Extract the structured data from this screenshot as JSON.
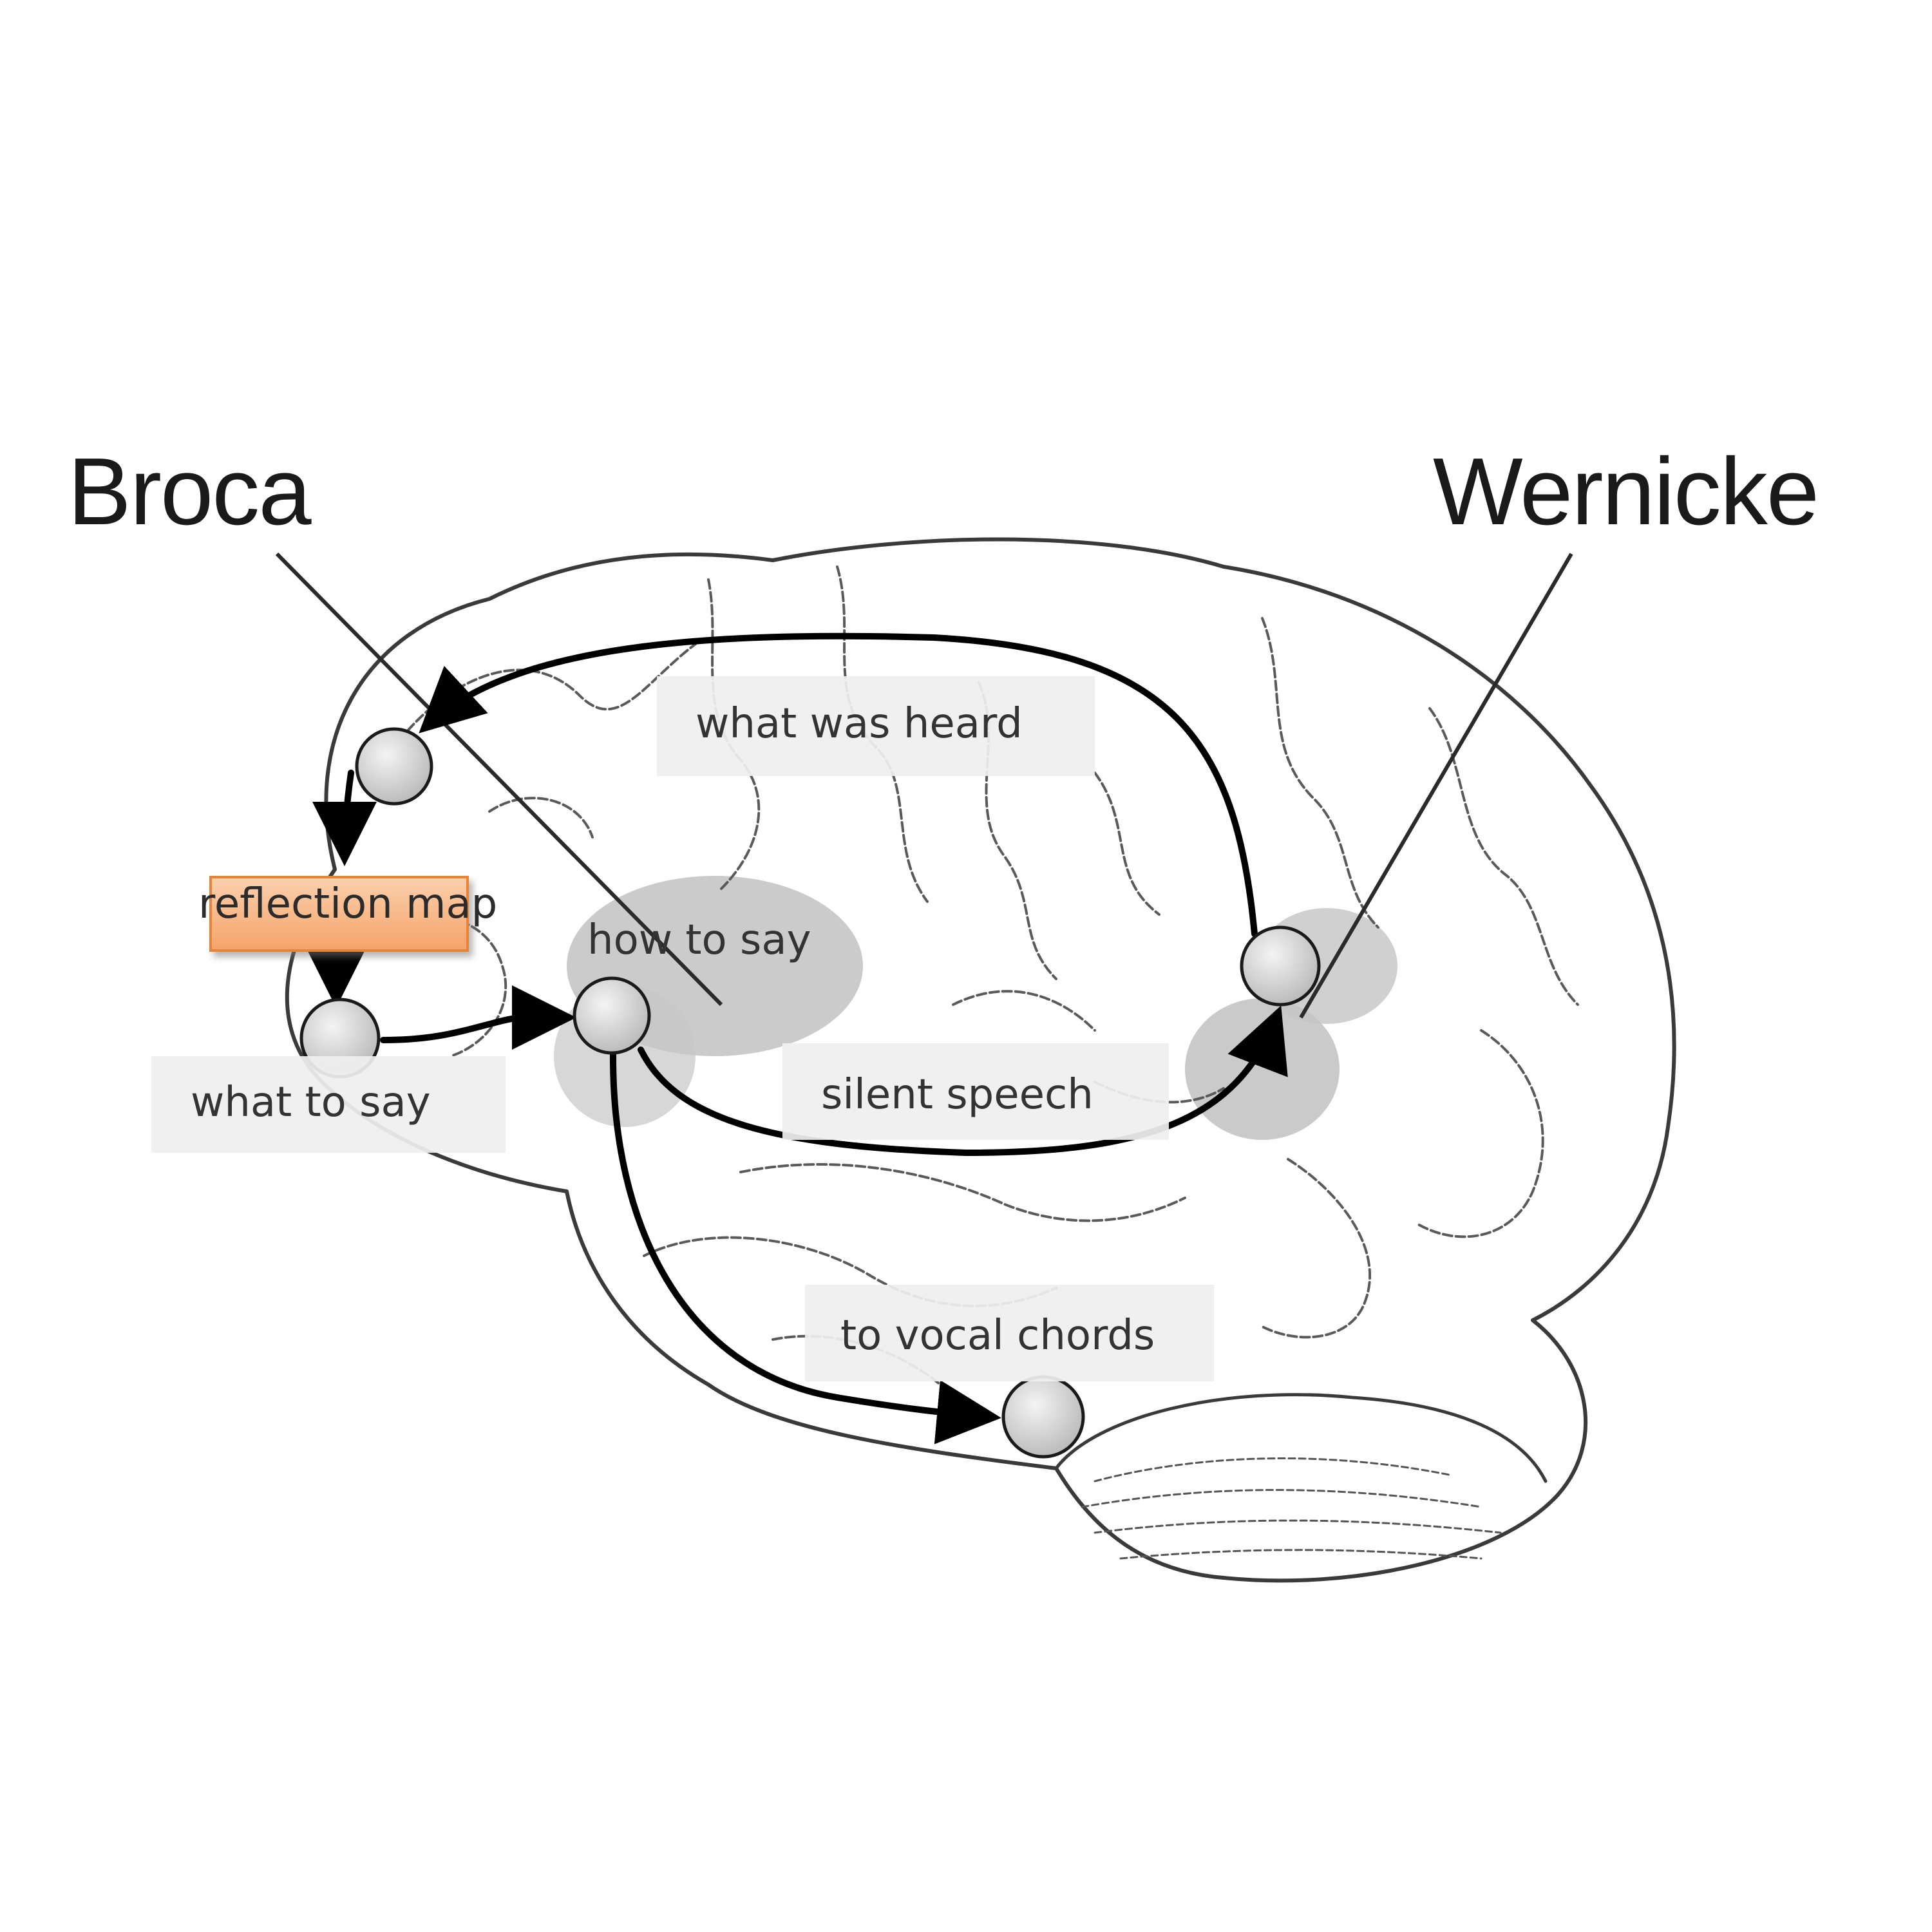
{
  "titles": {
    "left": "Broca",
    "right": "Wernicke"
  },
  "labels": {
    "what_was_heard": "what was heard",
    "reflection_map": "reflection map",
    "how_to_say": "how to say",
    "what_to_say": "what to say",
    "silent_speech": "silent speech",
    "to_vocal_chords": "to vocal chords"
  },
  "colors": {
    "line": "#000000",
    "node_fill": "#d8d8d8",
    "region_shade": "#b8b8b8",
    "label_bg": "#efefef",
    "highlight": "#f5a46a"
  }
}
